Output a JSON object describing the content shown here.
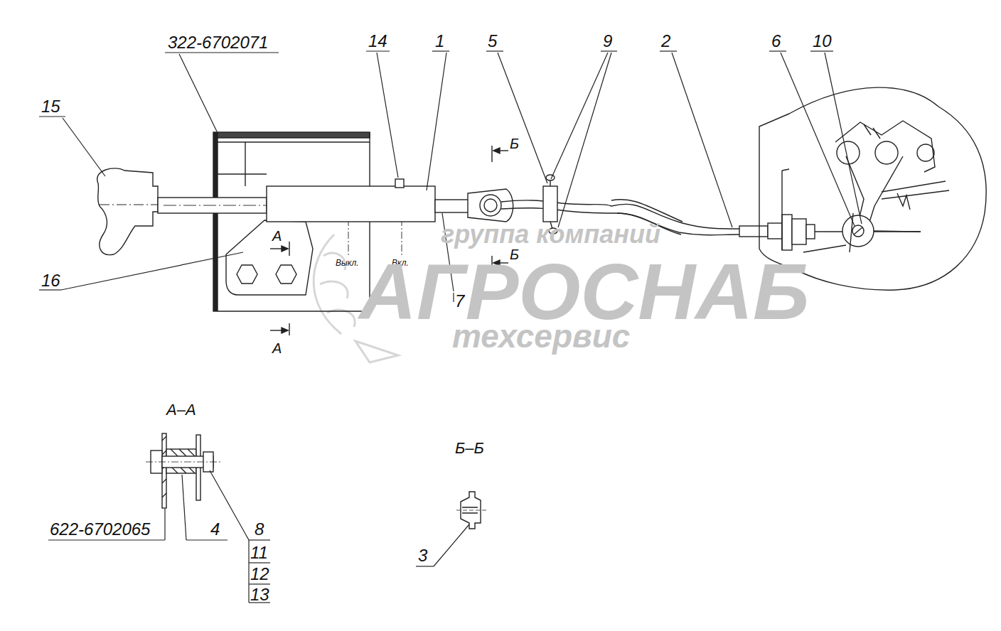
{
  "diagram": {
    "labels": [
      "322-6702071",
      "14",
      "1",
      "5",
      "9",
      "2",
      "6",
      "10",
      "15",
      "16",
      "А",
      "А",
      "Б",
      "Б",
      "Выкл.",
      "Вкл.",
      "7",
      "группа компаний",
      "АГРОСНАБ",
      "техсервис",
      "А–А",
      "622-6702065",
      "4",
      "8",
      "11",
      "12",
      "13",
      "Б–Б",
      "3"
    ]
  }
}
